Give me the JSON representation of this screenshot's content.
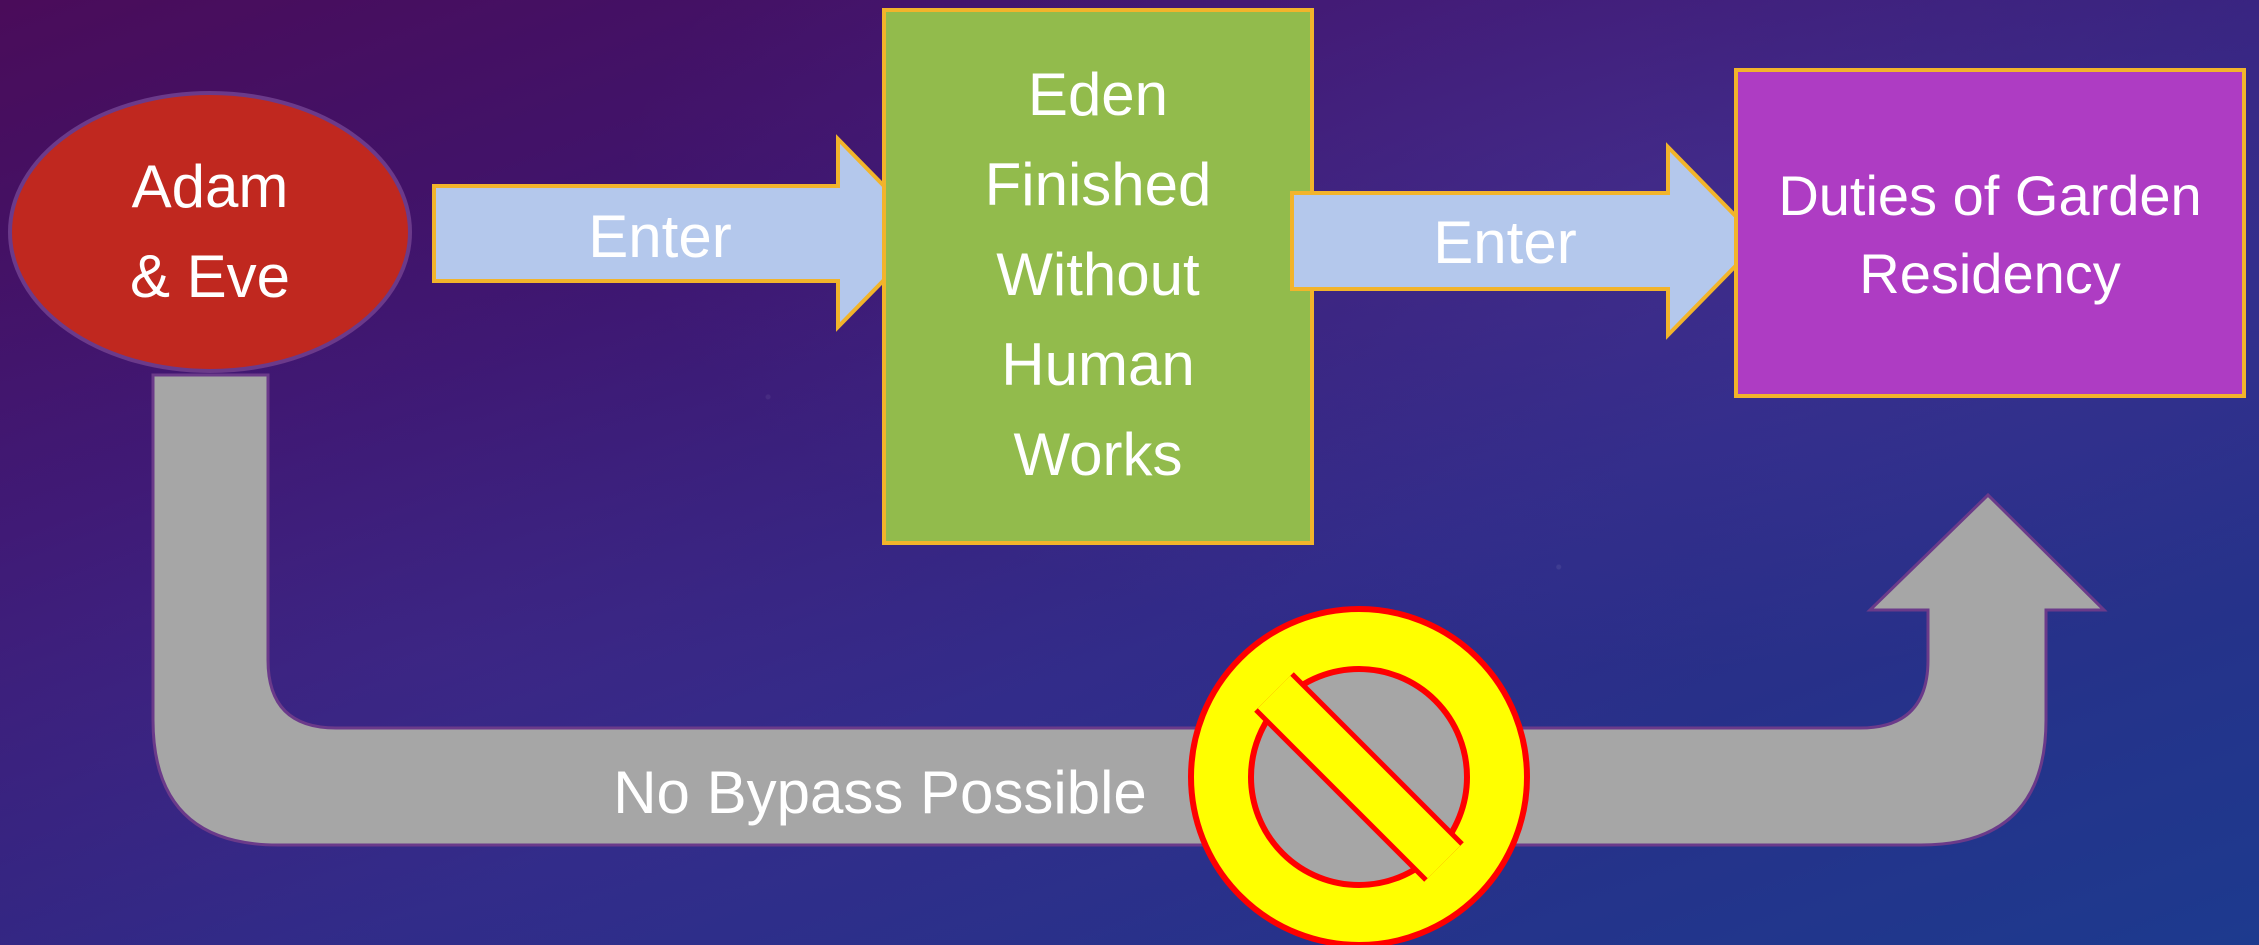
{
  "nodes": {
    "adam_eve": {
      "line1": "Adam",
      "line2": "& Eve"
    },
    "eden": {
      "line1": "Eden",
      "line2": "Finished",
      "line3": "Without",
      "line4": "Human",
      "line5": "Works"
    },
    "duties": {
      "line1": "Duties of Garden",
      "line2": "Residency"
    }
  },
  "arrows": {
    "first_label": "Enter",
    "second_label": "Enter"
  },
  "bypass": {
    "label": "No Bypass Possible"
  },
  "icons": {
    "prohibition": "prohibition-icon"
  },
  "colors": {
    "adam_eve_fill": "#c0281f",
    "eden_fill": "#92bb4c",
    "duties_fill": "#ae3cc3",
    "arrow_fill": "#b4c8ec",
    "bypass_fill": "#a6a6a6",
    "outline_gold": "#f2b42b",
    "prohibition_fill": "#ffff00",
    "prohibition_stroke": "#ff0000"
  }
}
